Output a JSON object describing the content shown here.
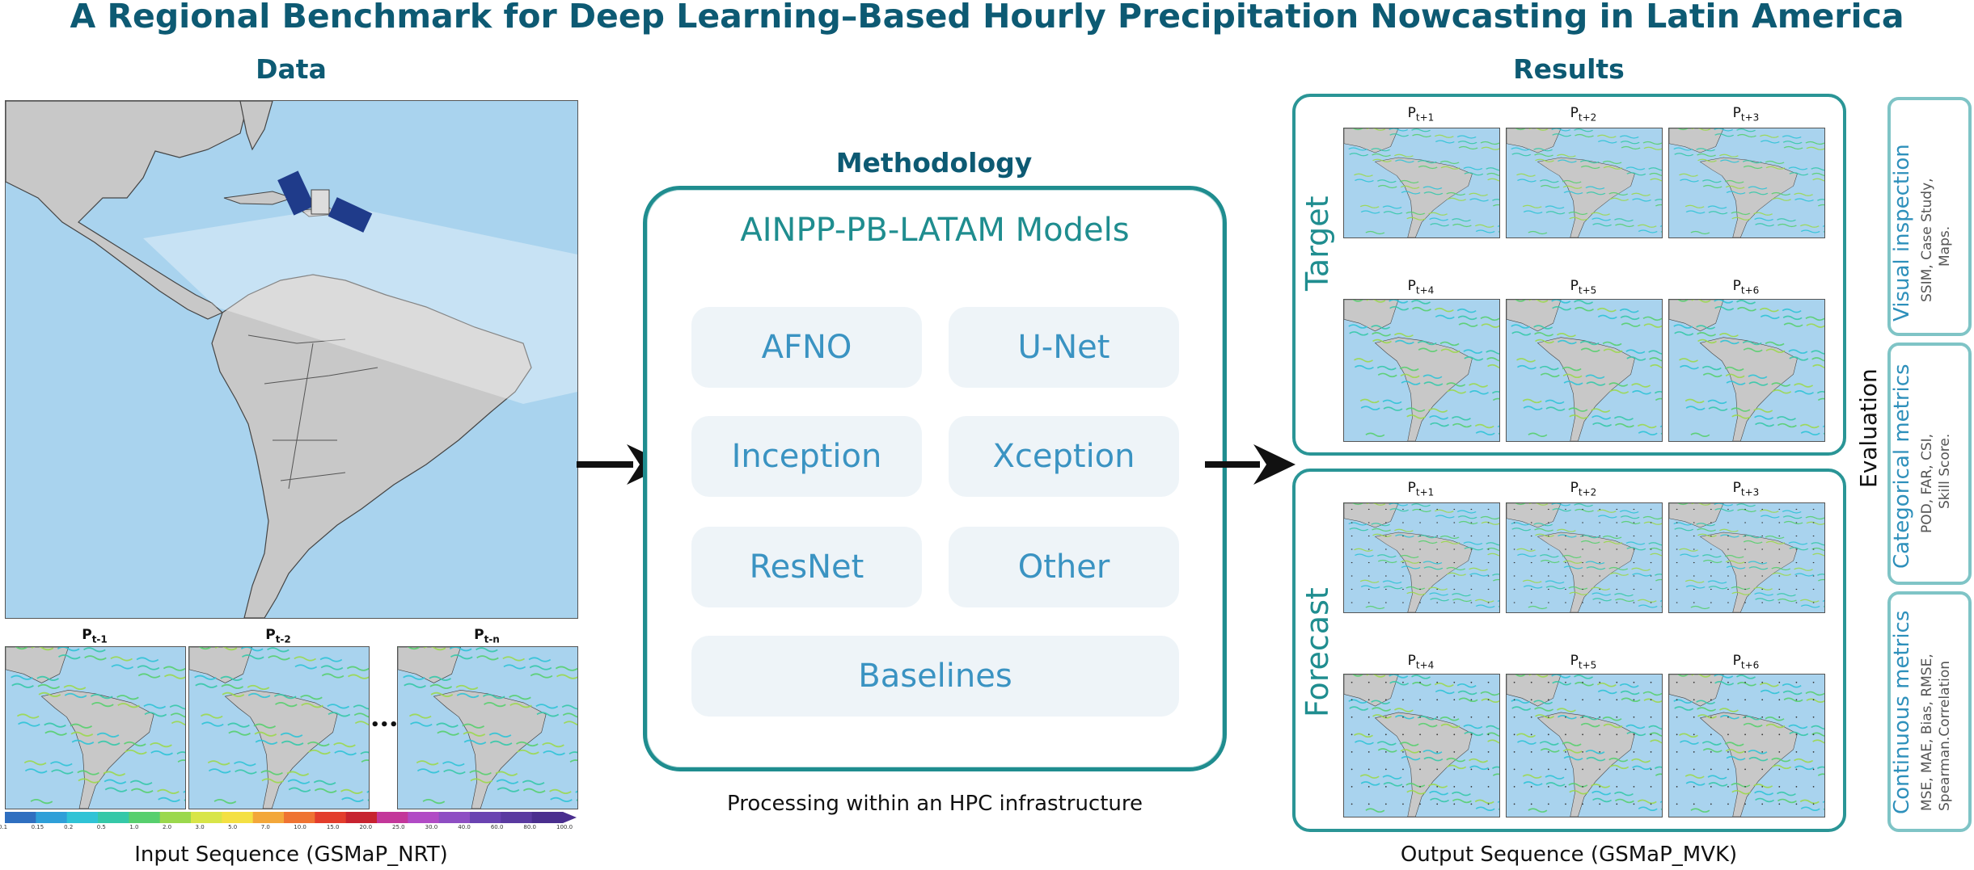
{
  "title": "A Regional Benchmark for Deep Learning–Based Hourly Precipitation Nowcasting in Latin America",
  "data_section": {
    "heading": "Data",
    "input_labels": [
      "P",
      "P",
      "P"
    ],
    "input_subscripts": [
      "t-1",
      "t-2",
      "t-n"
    ],
    "ellipsis": "•••",
    "colorbar_ticks": [
      "0.1",
      "0.15",
      "0.2",
      "0.5",
      "1.0",
      "2.0",
      "3.0",
      "5.0",
      "7.0",
      "10.0",
      "15.0",
      "20.0",
      "25.0",
      "30.0",
      "40.0",
      "60.0",
      "80.0",
      "100.0"
    ],
    "colorbar_colors": [
      "#2f6fc0",
      "#2e9fd8",
      "#2fc3d6",
      "#35c8a8",
      "#57cf6e",
      "#9bd84d",
      "#d8e548",
      "#f4e043",
      "#f3a73a",
      "#ef7332",
      "#e33d2c",
      "#c7232f",
      "#c3379a",
      "#b14bc5",
      "#8e4ec3",
      "#6a43b1",
      "#5a3aa0",
      "#4a2e8e"
    ],
    "caption": "Input Sequence (GSMaP_NRT)"
  },
  "methodology": {
    "heading": "Methodology",
    "box_title": "AINPP-PB-LATAM Models",
    "models": [
      "AFNO",
      "U-Net",
      "Inception",
      "Xception",
      "ResNet",
      "Other"
    ],
    "baseline": "Baselines",
    "caption": "Processing within an HPC infrastructure"
  },
  "results": {
    "heading": "Results",
    "target_label": "Target",
    "forecast_label": "Forecast",
    "panel_labels": [
      "P",
      "P",
      "P",
      "P",
      "P",
      "P"
    ],
    "panel_subscripts": [
      "t+1",
      "t+2",
      "t+3",
      "t+4",
      "t+5",
      "t+6"
    ],
    "caption": "Output Sequence (GSMaP_MVK)"
  },
  "evaluation": {
    "heading": "Evaluation",
    "cards": [
      {
        "title": "Visual inspection",
        "sub1": "SSIM, Case Study,",
        "sub2": "Maps."
      },
      {
        "title": "Categorical metrics",
        "sub1": "POD, FAR, CSI,",
        "sub2": "Skill Score."
      },
      {
        "title": "Continuous  metrics",
        "sub1": "MSE, MAE, Bias, RMSE,",
        "sub2": "Spearman.Correlation"
      }
    ]
  },
  "colors": {
    "title": "#0d5a73",
    "teal": "#1f8d8f",
    "pill_text": "#3a93c2",
    "pill_bg": "#eef4f8",
    "ocean": "#a9d3ee",
    "land": "#c8c8c8"
  }
}
